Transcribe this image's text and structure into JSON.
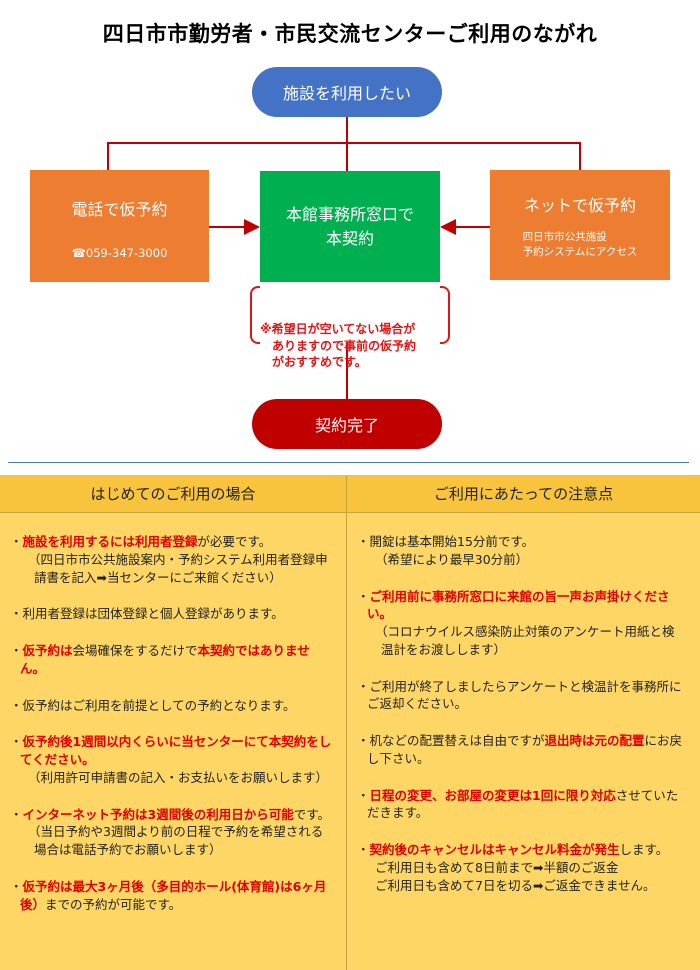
{
  "title": "四日市市勤労者・市民交流センターご利用のながれ",
  "flow": {
    "start": "施設を利用したい",
    "phone_title": "電話で仮予約",
    "phone_number": "☎059-347-3000",
    "office": "本館事務所窓口で\n本契約",
    "net_title": "ネットで仮予約",
    "net_sub": "四日市市公共施設\n予約システムにアクセス",
    "note": "※希望日が空いてない場合が\n　ありますので事前の仮予約\n　がおすすめです。",
    "end": "契約完了"
  },
  "left": {
    "header": "はじめてのご利用の場合",
    "i1a": "施設を利用するには利用者登録",
    "i1b": "が必要です。",
    "i1sub": "（四日市市公共施設案内・予約システム利用者登録申請書を記入➡当センターにご来館ください）",
    "i2": "利用者登録は団体登録と個人登録があります。",
    "i3a": "仮予約は",
    "i3b": "会場確保をするだけで",
    "i3c": "本契約ではありません。",
    "i4": "仮予約はご利用を前提としての予約となります。",
    "i5a": "仮予約後1週間以内くらいに当センターにて本契約をしてください。",
    "i5sub": "（利用許可申請書の記入・お支払いをお願いします）",
    "i6a": "インターネット予約は3週間後の利用日から可能",
    "i6b": "です。",
    "i6sub": "（当日予約や3週間より前の日程で予約を希望される場合は電話予約でお願いします）",
    "i7a": "仮予約は最大3ヶ月後（多目的ホール(体育館)は6ヶ月後）",
    "i7b": "までの予約が可能です。"
  },
  "right": {
    "header": "ご利用にあたっての注意点",
    "j1": "開錠は基本開始15分前です。",
    "j1sub": "（希望により最早30分前）",
    "j2a": "ご利用前に事務所窓口に来館の旨一声お声掛けください。",
    "j2sub": "（コロナウイルス感染防止対策のアンケート用紙と検温計をお渡しします）",
    "j3": "ご利用が終了しましたらアンケートと検温計を事務所にご返却ください。",
    "j4a": "机などの配置替えは自由ですが",
    "j4b": "退出時は元の配置",
    "j4c": "にお戻し下さい。",
    "j5a": "日程の変更、お部屋の変更は1回に限り対応",
    "j5b": "させていただきます。",
    "j6a": "契約後のキャンセルはキャンセル料金が発生",
    "j6b": "します。",
    "j6c": "ご利用日も含めて8日前まで➡半額のご返金",
    "j6d": "ご利用日も含めて7日を切る➡ご返金できません。"
  },
  "colors": {
    "start": "#4472c4",
    "orange": "#ed7d31",
    "green": "#00b050",
    "end": "#c00000",
    "line": "#c00000",
    "panel": "#fdd666",
    "panel_header": "#f8c33d",
    "emphasis": "#e00000"
  }
}
